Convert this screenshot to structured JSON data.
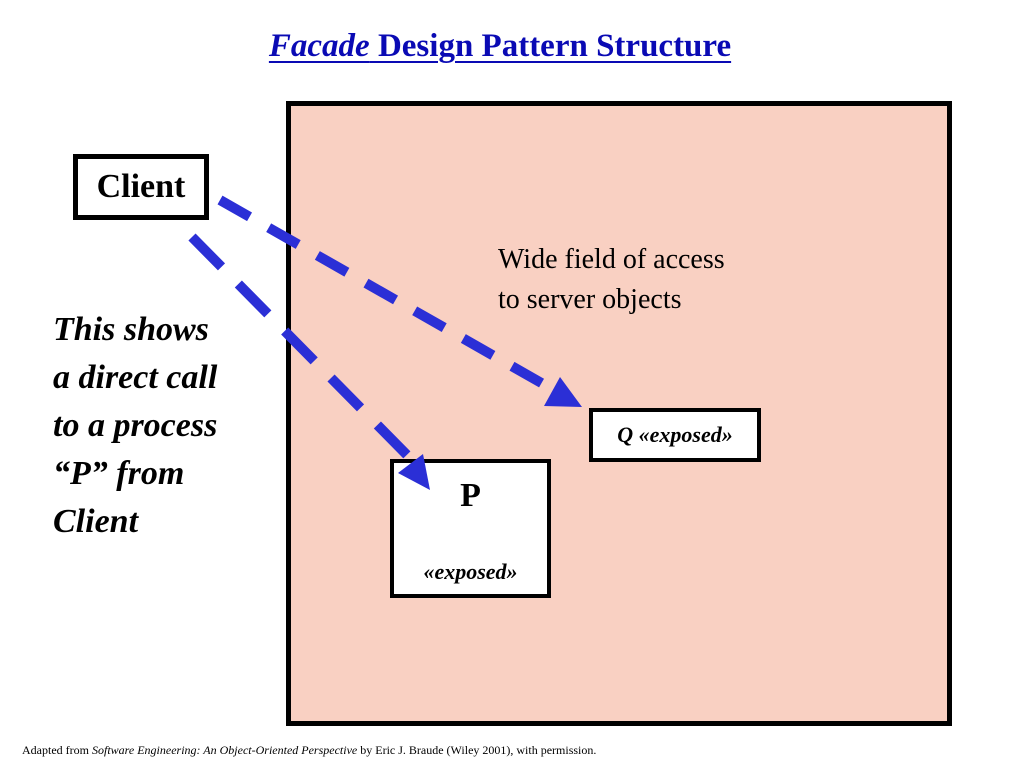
{
  "title": {
    "italic_part": "Facade",
    "rest": " Design Pattern Structure"
  },
  "client": {
    "label": "Client"
  },
  "server_area": {
    "text_lines": [
      "Wide field of access",
      "to server objects"
    ]
  },
  "q_box": {
    "label": "Q «exposed»"
  },
  "p_box": {
    "label": "P",
    "stereotype": "«exposed»"
  },
  "note": {
    "lines": [
      "This shows",
      "a direct call",
      "to a process",
      "“P” from",
      "Client"
    ]
  },
  "footer": {
    "prefix": "Adapted from ",
    "book_title": "Software Engineering: An Object-Oriented Perspective",
    "suffix": " by Eric J. Braude (Wiley 2001), with permission."
  },
  "colors": {
    "title": "#0a0ab4",
    "server_fill": "#f9d0c2",
    "arrow": "#2b2fd6"
  }
}
